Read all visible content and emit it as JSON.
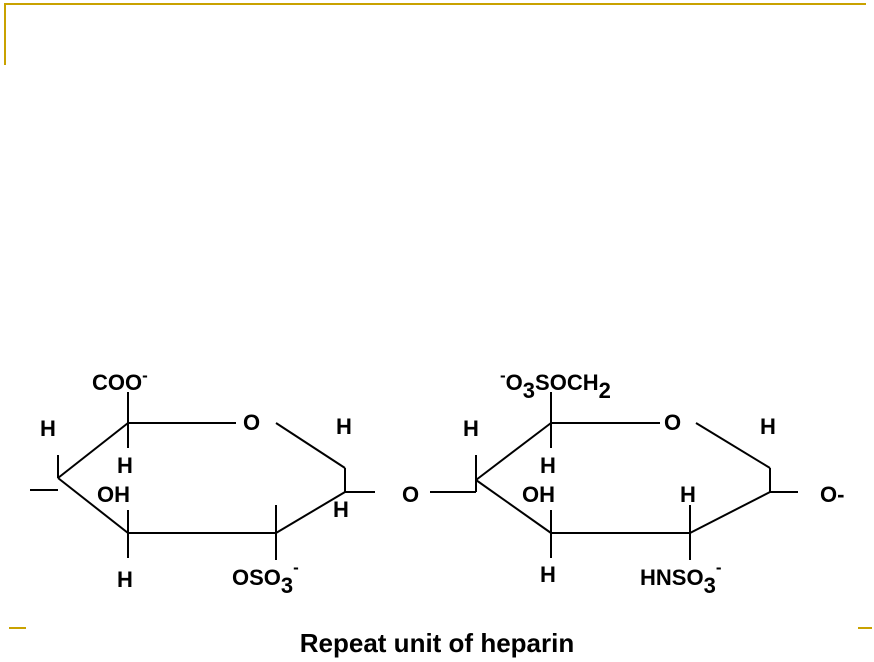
{
  "caption": "Repeat unit of heparin",
  "colors": {
    "frame_accent": "#c9a200",
    "structure": "#000000"
  },
  "ring1": {
    "top_substituent": "COO",
    "top_substituent_charge": "-",
    "ring_oxygen": "O",
    "c5_h": "H",
    "c1_h_top": "H",
    "c1_h_bottom": "H",
    "c4_h": "H",
    "c3_oh": "OH",
    "c3_h": "H",
    "c2_group_prefix": "OSO",
    "c2_group_subscript": "3",
    "c2_group_charge": "-",
    "c2_h": "H"
  },
  "linkage_oxygen": "O",
  "ring2": {
    "top_charge": "-",
    "top_prefix": "O",
    "top_subscript_1": "3",
    "top_middle": "SOCH",
    "top_subscript_2": "2",
    "ring_oxygen": "O",
    "c4_h": "H",
    "c5_h": "H",
    "c1_h": "H",
    "c3_oh": "OH",
    "c3_h": "H",
    "c2_h": "H",
    "c2_group_prefix": "HNSO",
    "c2_group_subscript": "3",
    "c2_group_charge": "-",
    "terminal": "O-"
  }
}
